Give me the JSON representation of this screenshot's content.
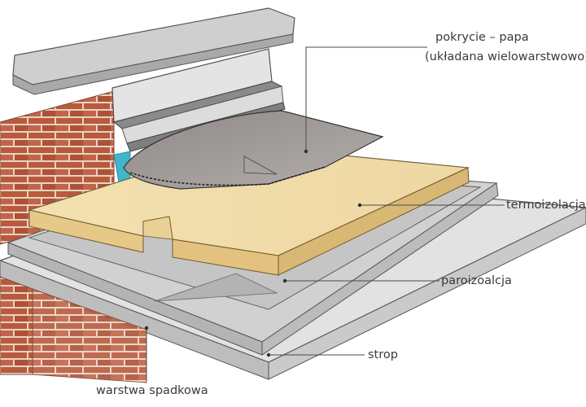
{
  "diagram": {
    "labels": {
      "covering_line1": "pokrycie – papa",
      "covering_line2": "(układana wielowarstwowo)",
      "thermal_insulation": "termoizolacja",
      "vapor_barrier": "paroizoalcja",
      "slab": "strop",
      "slope_layer": "warstwa spadkowa"
    },
    "colors": {
      "brick": "#b85a3c",
      "mortar": "#e9d2c4",
      "insulation": "#f0dcaa",
      "membrane": "#9c9794",
      "concrete": "#d7d7d7",
      "parapet": "#c9c9c9",
      "flashing_accent": "#3fb6c9",
      "leader_line": "#4a4a4a"
    }
  }
}
